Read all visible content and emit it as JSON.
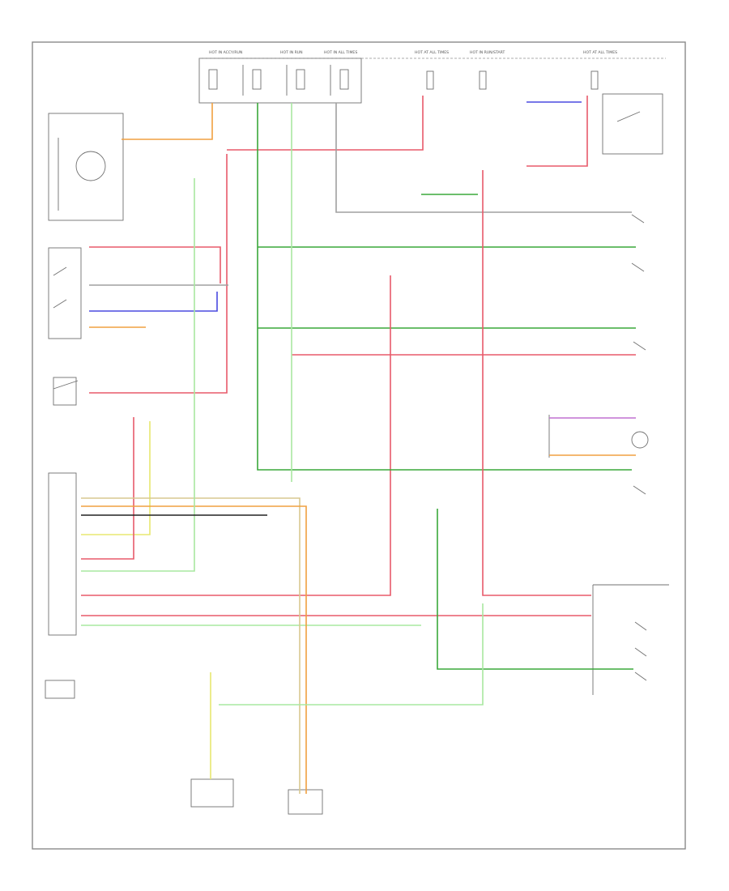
{
  "figure_code": "",
  "colors": {
    "red": "#e85a6a",
    "green": "#3aa83a",
    "lt_green": "#a8e8a0",
    "orange": "#f0a040",
    "yellow": "#e8e870",
    "blue": "#4a4ae0",
    "violet": "#c070d0",
    "grey": "#a0a0a0",
    "black": "#222222",
    "tan": "#d8c890"
  },
  "fuse_labels": [
    "HOT IN ACCY/RUN",
    "HOT IN RUN",
    "HOT IN ALL TIMES",
    "HOT AT ALL TIMES",
    "HOT IN RUN/START",
    "HOT AT ALL TIMES"
  ],
  "components": {
    "transmission_range_sensor": "",
    "multi_function_switch": "",
    "engine_control_module": "",
    "vehicle_speed_sensor": "",
    "throttle_position_sensor": "",
    "brake_switch": "",
    "clutch_switch": "",
    "cruise_control_switch": "",
    "speed_control_servo": "",
    "fuse_junction_panel": ""
  },
  "wire_labels": [
    "",
    "",
    "",
    "",
    "",
    ""
  ]
}
